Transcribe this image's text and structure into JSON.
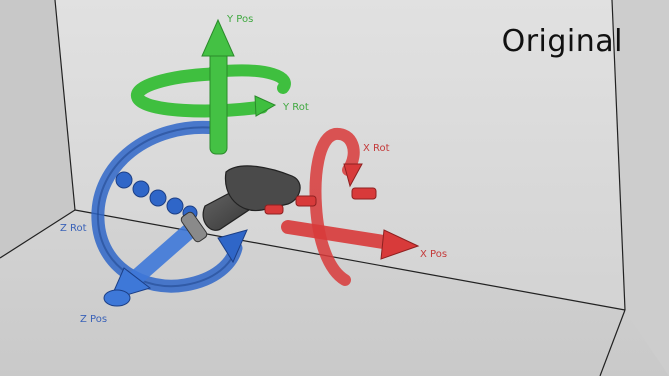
{
  "title": "Original",
  "labels": {
    "y_pos": "Y Pos",
    "y_rot": "Y Rot",
    "x_rot": "X Rot",
    "x_pos": "X Pos",
    "z_rot": "Z Rot",
    "z_pos": "Z Pos"
  },
  "colors": {
    "x_axis": "#d83a3a",
    "y_axis": "#3fbf3f",
    "z_axis": "#2f66c8",
    "x_label": "#c43a3a",
    "y_label": "#3fa83f",
    "z_label": "#3a62b8",
    "room_wall": "#d7d7d7",
    "room_floor": "#cfcfcf",
    "controller": "#4a4a4a"
  }
}
